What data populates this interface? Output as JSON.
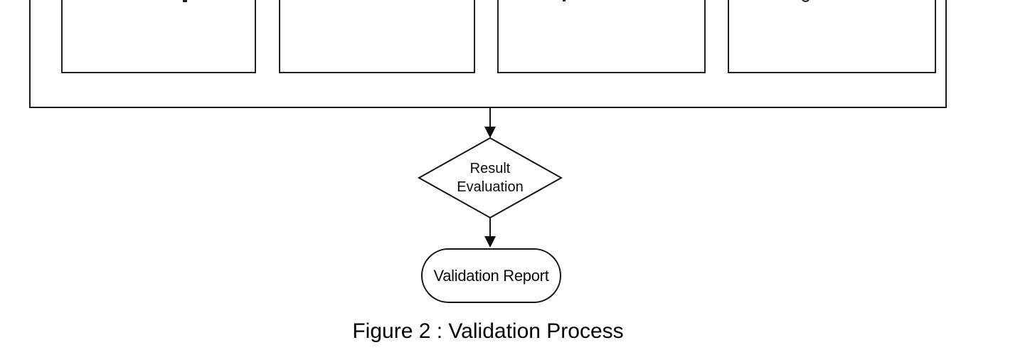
{
  "diagram": {
    "decision": {
      "lines": [
        "Result",
        "Evaluation"
      ]
    },
    "terminator": {
      "label": "Validation Report"
    },
    "caption": "Figure 2 : Validation Process",
    "colors": {
      "stroke": "#1c1c1c",
      "background": "#ffffff",
      "text": "#0b0b0b"
    }
  }
}
